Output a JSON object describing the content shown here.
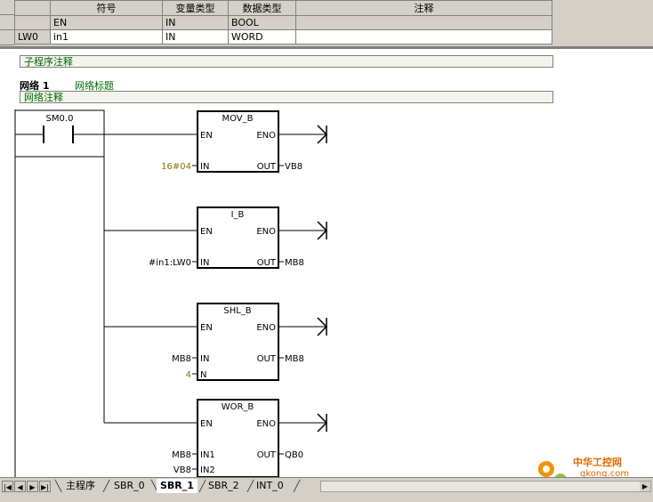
{
  "var_table": {
    "headers": [
      "符号",
      "变量类型",
      "数据类型",
      "注释"
    ],
    "rows": [
      {
        "addr": "",
        "symbol": "EN",
        "var_type": "IN",
        "data_type": "BOOL",
        "comment": ""
      },
      {
        "addr": "LW0",
        "symbol": "in1",
        "var_type": "IN",
        "data_type": "WORD",
        "comment": ""
      }
    ]
  },
  "editor": {
    "subroutine_comment": "子程序注释",
    "network_label": "网络 1",
    "network_title": "网络标题",
    "network_comment": "网络注释",
    "contact": "SM0.0",
    "blocks": [
      {
        "name": "MOV_B",
        "en": "EN",
        "eno": "ENO",
        "in_pins": [
          "IN"
        ],
        "in_values": [
          "16#04"
        ],
        "out": "OUT",
        "out_value": "VB8"
      },
      {
        "name": "I_B",
        "en": "EN",
        "eno": "ENO",
        "in_pins": [
          "IN"
        ],
        "in_values": [
          "#in1:LW0"
        ],
        "out": "OUT",
        "out_value": "MB8"
      },
      {
        "name": "SHL_B",
        "en": "EN",
        "eno": "ENO",
        "in_pins": [
          "IN",
          "N"
        ],
        "in_values": [
          "MB8",
          "4"
        ],
        "out": "OUT",
        "out_value": "MB8"
      },
      {
        "name": "WOR_B",
        "en": "EN",
        "eno": "ENO",
        "in_pins": [
          "IN1",
          "IN2"
        ],
        "in_values": [
          "MB8",
          "VB8"
        ],
        "out": "OUT",
        "out_value": "QB0"
      }
    ],
    "colors": {
      "wire": "#000000",
      "constant": "#8c7000",
      "comment_text": "#006600"
    }
  },
  "tabs": {
    "nav_icons": [
      "first-icon",
      "prev-icon",
      "next-icon",
      "last-icon"
    ],
    "items": [
      "主程序",
      "SBR_0",
      "SBR_1",
      "SBR_2",
      "INT_0"
    ],
    "active": "SBR_1"
  },
  "watermark": {
    "name": "中华工控网",
    "url": "gkong.com"
  }
}
